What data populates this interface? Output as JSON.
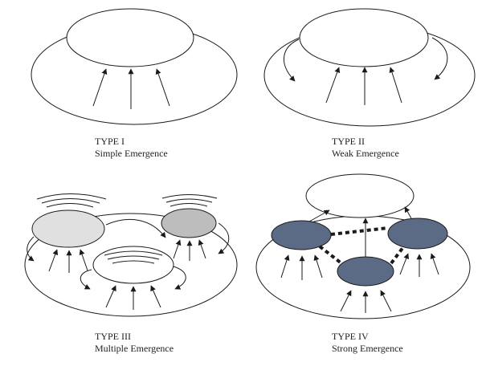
{
  "panels": [
    {
      "type_label": "TYPE I",
      "caption": "Simple Emergence"
    },
    {
      "type_label": "TYPE II",
      "caption": "Weak Emergence"
    },
    {
      "type_label": "TYPE III",
      "caption": "Multiple Emergence"
    },
    {
      "type_label": "TYPE IV",
      "caption": "Strong Emergence"
    }
  ],
  "colors": {
    "stroke": "#1a1a1a",
    "type3_left_node": "#e0e0e0",
    "type3_right_node": "#bdbdbd",
    "type4_node": "#5b6b85"
  }
}
